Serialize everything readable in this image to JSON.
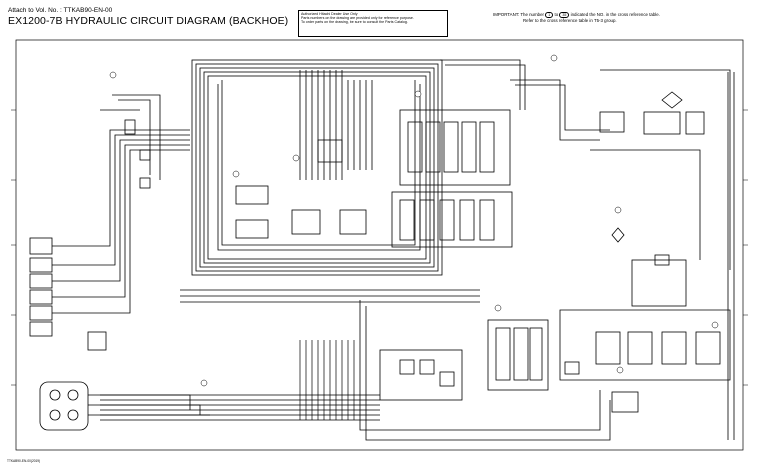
{
  "header": {
    "attach_line": "Attach to Vol. No. : TTKAB90-EN-00",
    "title": "EX1200-7B HYDRAULIC CIRCUIT DIAGRAM (BACKHOE)"
  },
  "notice_box": {
    "line1": "Authorized Hitachi Dealer Use Only",
    "line2": "Parts numbers on the drawing are provided only for reference purpose.",
    "line3": "To order parts on the drawing, be sure to consult the Parts Catalog."
  },
  "important_note": {
    "prefix": "IMPORTANT: The number",
    "num_a": "1",
    "middle": "to",
    "num_b": "35",
    "suffix": "indicated the NO. in the cross reference table.",
    "line2": "Refer to the cross reference table in T5-3 group."
  },
  "footer": {
    "ref_code": "TTKAB90-EN-00(2019)"
  },
  "colors": {
    "line": "#000000",
    "background": "#ffffff"
  }
}
